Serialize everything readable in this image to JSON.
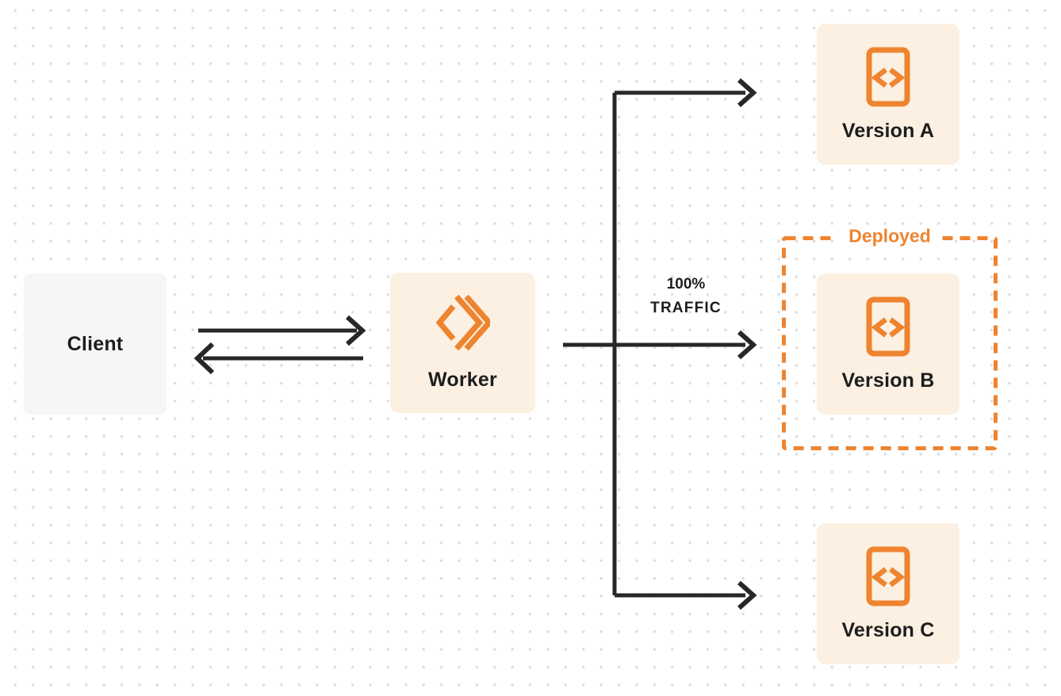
{
  "colors": {
    "orange": "#ee8430",
    "cream": "#fbf0e1",
    "client_gray": "#f5f6f7",
    "line": "#272727",
    "text": "#1d1d1f",
    "dot": "#dedede",
    "page_bg": "#ffffff"
  },
  "diagram": {
    "client": {
      "label": "Client"
    },
    "worker": {
      "label": "Worker",
      "icon": "cloudflare-workers-icon"
    },
    "versions": [
      {
        "label": "Version A",
        "icon": "code-file-icon"
      },
      {
        "label": "Version B",
        "icon": "code-file-icon"
      },
      {
        "label": "Version C",
        "icon": "code-file-icon"
      }
    ],
    "deployed": {
      "label": "Deployed"
    },
    "traffic": {
      "line1": "100%",
      "line2": "TRAFFIC"
    },
    "edges": [
      {
        "from": "client",
        "to": "worker",
        "direction": "bidirectional"
      },
      {
        "from": "worker",
        "to": "version-a"
      },
      {
        "from": "worker",
        "to": "version-b",
        "label": "100% TRAFFIC"
      },
      {
        "from": "worker",
        "to": "version-c"
      }
    ]
  }
}
